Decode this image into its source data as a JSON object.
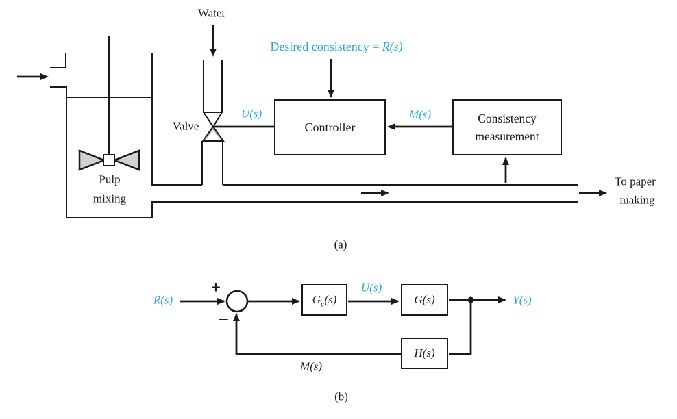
{
  "colors": {
    "signal_blue": "#29a9e1",
    "ink": "#1a1a1a"
  },
  "part_a": {
    "caption": "(a)",
    "water_label": "Water",
    "valve_label": "Valve",
    "pulp_line1": "Pulp",
    "pulp_line2": "mixing",
    "desired_prefix": "Desired consistency =",
    "desired_var": "R(s)",
    "u_label": "U(s)",
    "m_label": "M(s)",
    "controller_label": "Controller",
    "cm_line1": "Consistency",
    "cm_line2": "measurement",
    "to_paper_line1": "To paper",
    "to_paper_line2": "making"
  },
  "part_b": {
    "caption": "(b)",
    "r_label": "R(s)",
    "plus_sign": "+",
    "minus_sign": "−",
    "gc_base": "G",
    "gc_sub": "c",
    "gc_args": "(s)",
    "u_label": "U(s)",
    "g_label": "G(s)",
    "y_label": "Y(s)",
    "h_label": "H(s)",
    "m_label": "M(s)"
  }
}
